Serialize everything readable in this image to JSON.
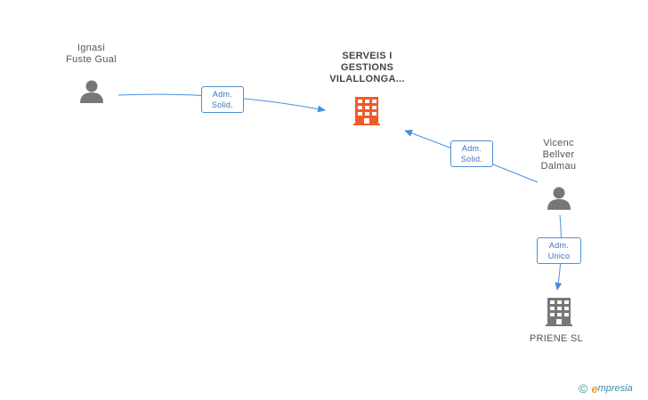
{
  "nodes": {
    "company_main": {
      "lines": [
        "SERVEIS I",
        "GESTIONS",
        "VILALLONGA..."
      ],
      "color": "#f05a28"
    },
    "person_ignasi": {
      "lines": [
        "Ignasi",
        "Fuste Gual"
      ],
      "color": "#777777"
    },
    "person_vicenc": {
      "lines": [
        "Vicenc",
        "Bellver",
        "Dalmau"
      ],
      "color": "#777777"
    },
    "company_priene": {
      "lines": [
        "PRIENE SL"
      ],
      "color": "#777777"
    }
  },
  "edges": {
    "ignasi_main": {
      "lines": [
        "Adm.",
        "Solid."
      ]
    },
    "vicenc_main": {
      "lines": [
        "Adm.",
        "Solid."
      ]
    },
    "vicenc_priene": {
      "lines": [
        "Adm.",
        "Unico"
      ]
    }
  },
  "edge_color": "#4a8fd8",
  "footer": {
    "copyright": "©",
    "brand_initial": "e",
    "brand_rest": "mpresia"
  }
}
